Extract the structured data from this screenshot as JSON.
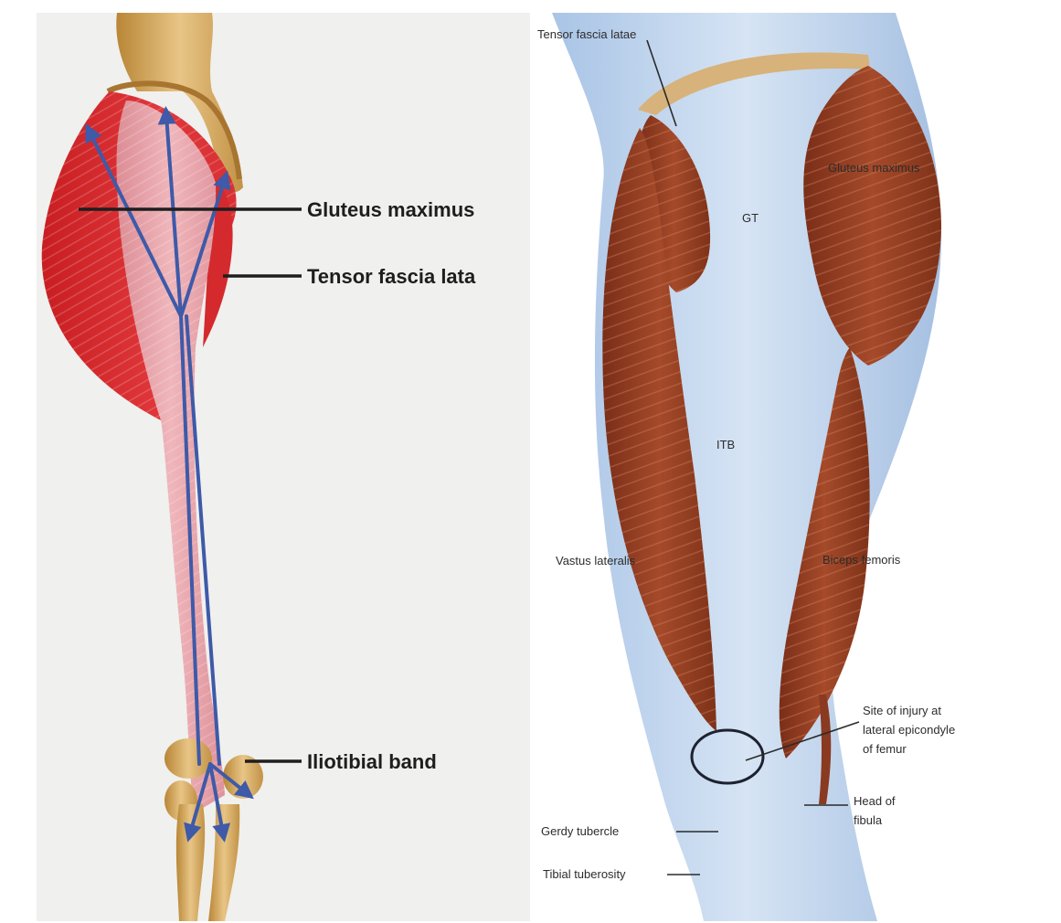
{
  "left_panel": {
    "labels": {
      "gluteus_maximus": "Gluteus maximus",
      "tensor_fascia_lata": "Tensor fascia lata",
      "iliotibial_band": "Iliotibial band"
    }
  },
  "right_panel": {
    "labels": {
      "tensor_fascia_latae": "Tensor fascia latae",
      "gluteus_maximus": "Gluteus maximus",
      "gt": "GT",
      "itb": "ITB",
      "vastus_lateralis": "Vastus lateralis",
      "biceps_femoris": "Biceps femoris",
      "injury_site": [
        "Site of injury at",
        "lateral epicondyle",
        "of femur"
      ],
      "head_of_fibula": [
        "Head of",
        "fibula"
      ],
      "gerdy_tubercle": "Gerdy tubercle",
      "tibial_tuberosity": "Tibial tuberosity"
    }
  },
  "colors": {
    "muscle_red": "#d8282b",
    "muscle_pink": "#e8a2a8",
    "bone": "#d4a85c",
    "arrow_blue": "#3e5aa8",
    "fascia_blue": "#bcd3ec",
    "muscle_brown": "#8f3c22",
    "background_panel": "#f0f0ee"
  }
}
